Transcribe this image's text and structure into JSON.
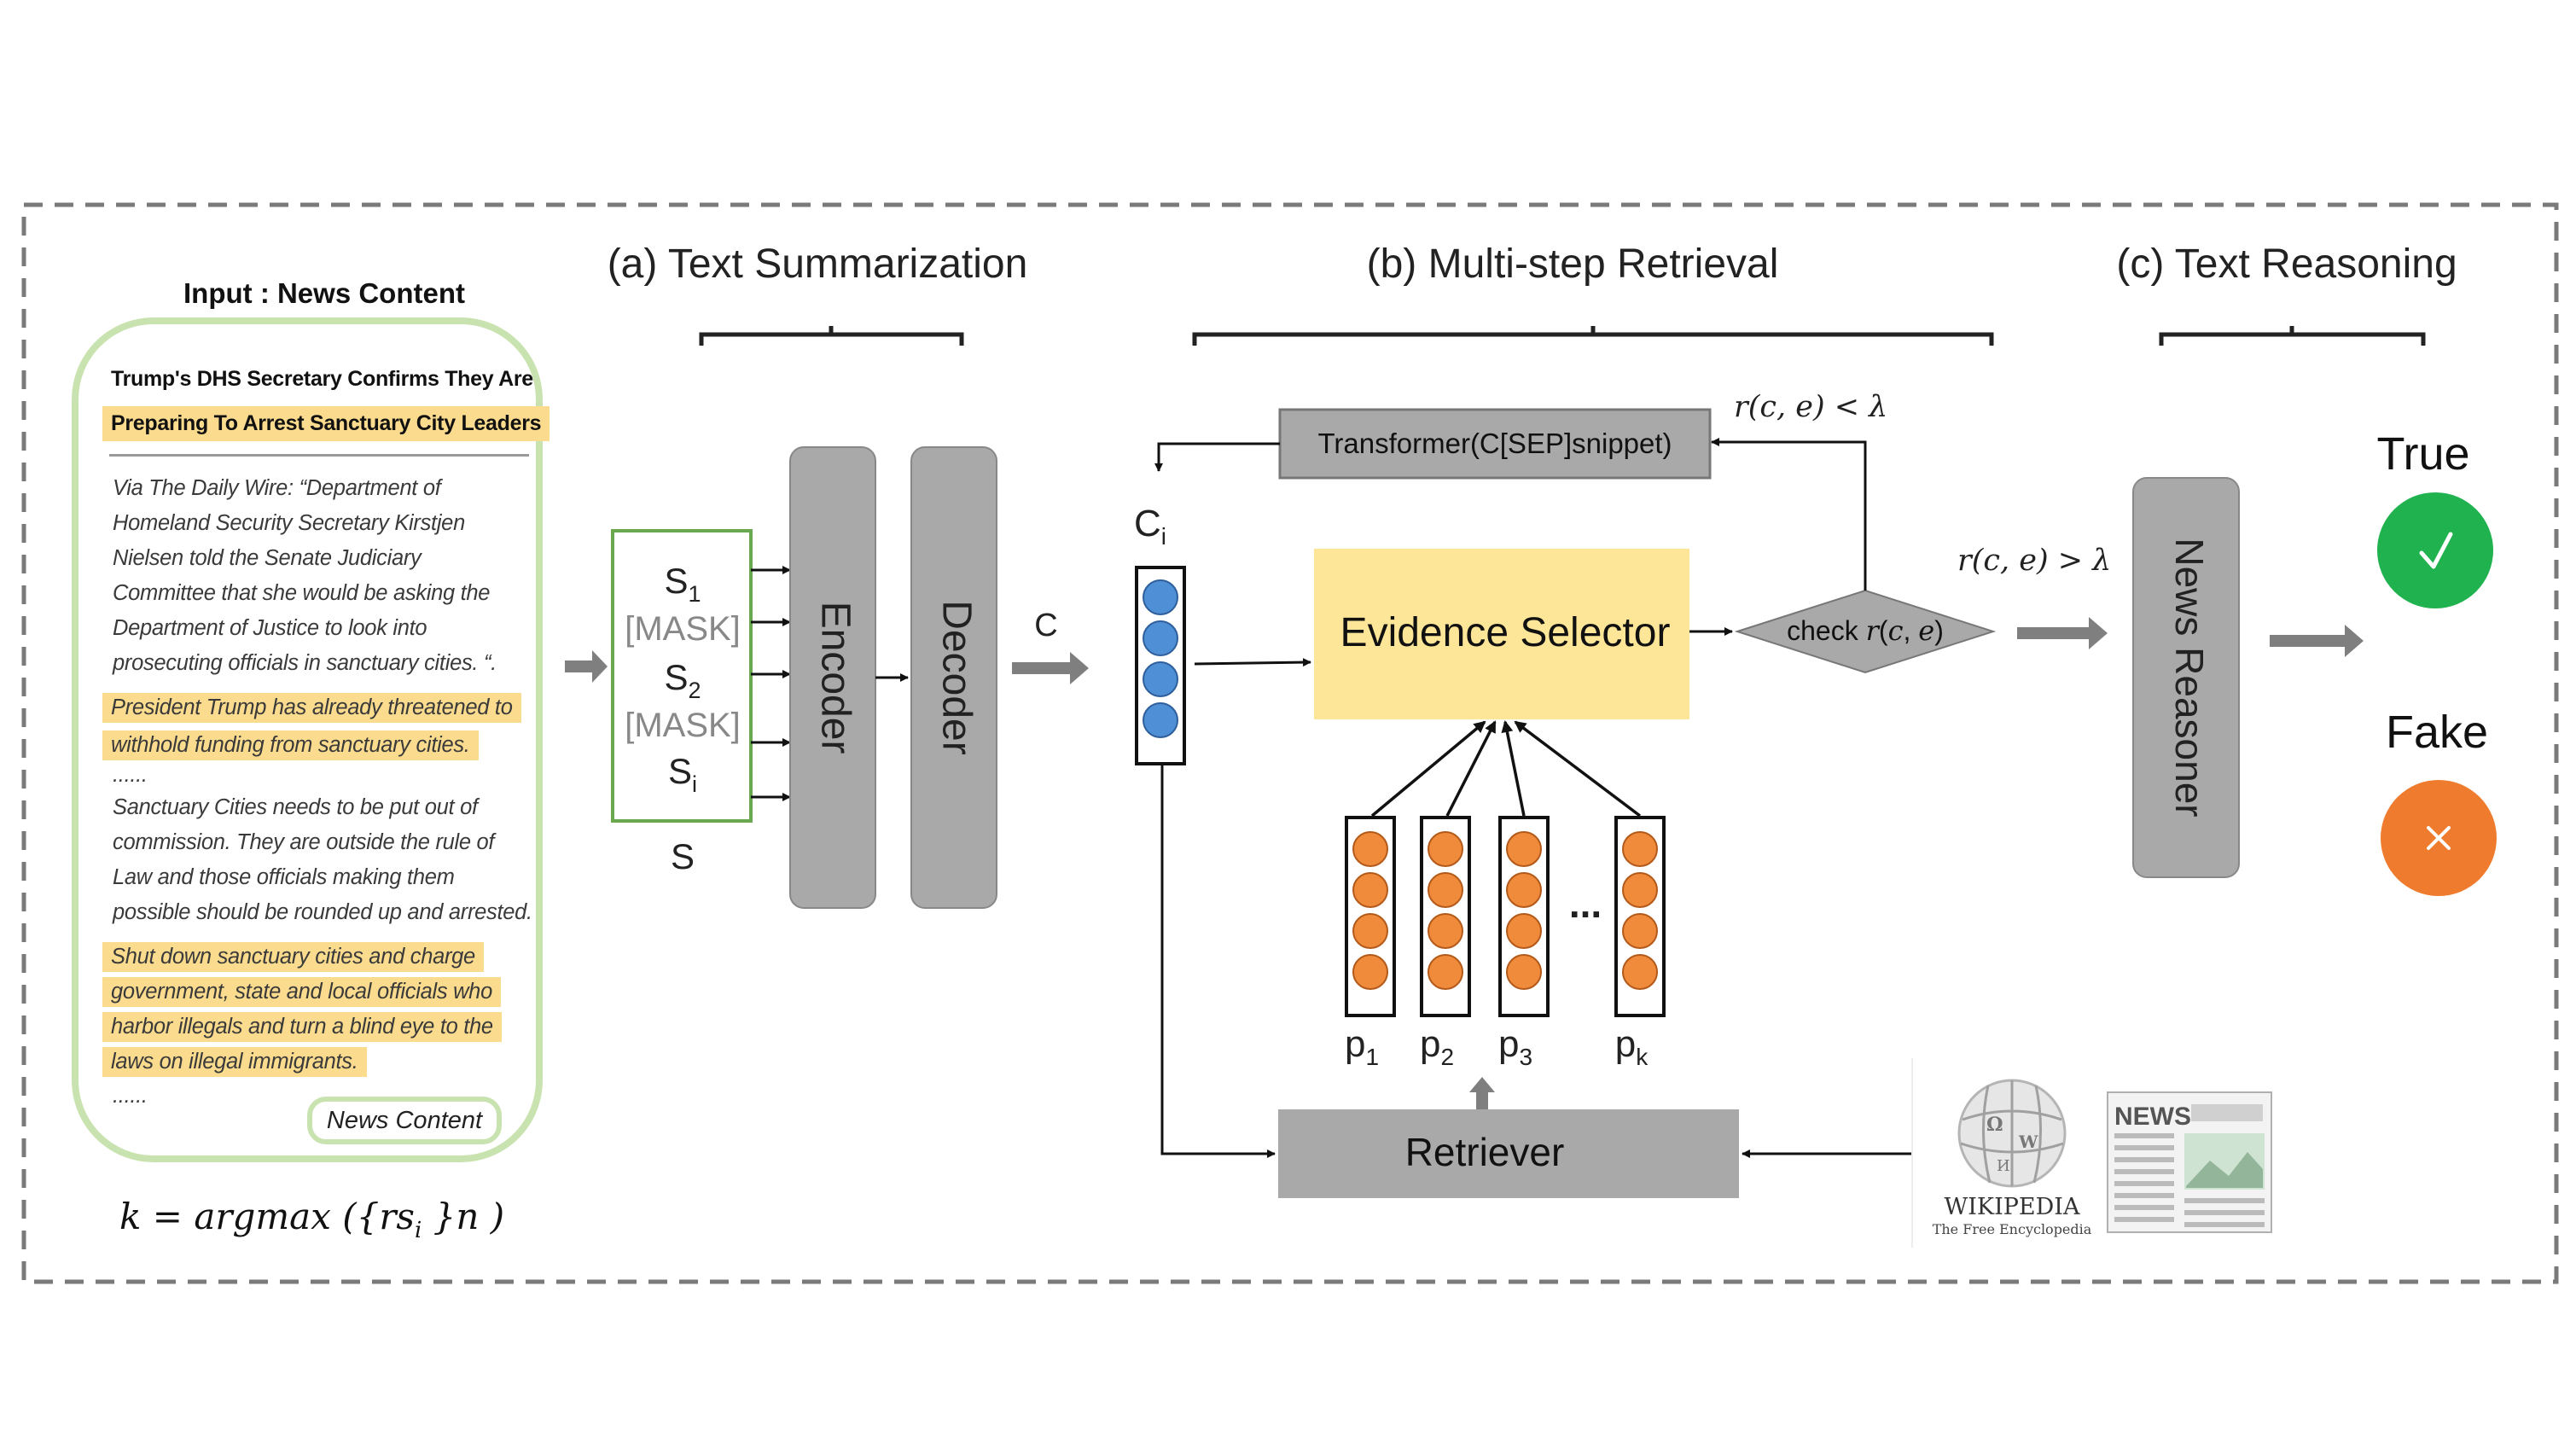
{
  "input_title": "Input : News Content",
  "headline_line1": "Trump's DHS Secretary Confirms They Are",
  "headline_line2": "Preparing To Arrest Sanctuary City Leaders",
  "body_lines": [
    {
      "text": "Via The Daily Wire: “Department of",
      "hl": false
    },
    {
      "text": "Homeland Security Secretary Kirstjen",
      "hl": false
    },
    {
      "text": "Nielsen told the Senate Judiciary",
      "hl": false
    },
    {
      "text": "Committee that she would be asking the",
      "hl": false
    },
    {
      "text": "Department of Justice to look into",
      "hl": false
    },
    {
      "text": "prosecuting officials in sanctuary cities. “.",
      "hl": false
    },
    {
      "text": "President Trump has already threatened to",
      "hl": true
    },
    {
      "text": "withhold funding from sanctuary cities.",
      "hl": true
    },
    {
      "text": "......",
      "hl": false
    },
    {
      "text": "Sanctuary Cities needs to be put out of",
      "hl": false
    },
    {
      "text": "commission. They are outside the rule of",
      "hl": false
    },
    {
      "text": "Law and those officials making them",
      "hl": false
    },
    {
      "text": "possible should be rounded up and arrested.",
      "hl": false
    },
    {
      "text": "Shut down sanctuary cities and charge",
      "hl": true
    },
    {
      "text": "government, state and local officials who",
      "hl": true
    },
    {
      "text": "harbor illegals and turn a blind eye to the",
      "hl": true
    },
    {
      "text": "laws on illegal immigrants.",
      "hl": true
    },
    {
      "text": "......",
      "hl": false
    }
  ],
  "news_content_tag": "News Content",
  "formula": "k = argmax ({rs_i }n )",
  "section_a": "(a) Text Summarization",
  "section_b": "(b) Multi-step Retrieval",
  "section_c": "(c) Text Reasoning",
  "sentences": [
    "S1",
    "[MASK]",
    "S2",
    "[MASK]",
    "Si"
  ],
  "s_label": "S",
  "encoder": "Encoder",
  "decoder": "Decoder",
  "c_label": "C",
  "ci_label": "Ci",
  "transformer": "Transformer(C[SEP]snippet)",
  "cond_less": "r(c, e) < λ",
  "cond_greater": "r(c, e) > λ",
  "evidence_selector": "Evidence Selector",
  "check": "check r(c, e)",
  "passages": [
    "p1",
    "p2",
    "p3",
    "pk"
  ],
  "ellipsis": "...",
  "retriever": "Retriever",
  "wikipedia_name": "WIKIPEDIA",
  "wikipedia_sub": "The Free Encyclopedia",
  "news_icon_label": "NEWS",
  "news_reasoner": "News Reasoner",
  "label_true": "True",
  "label_fake": "Fake",
  "colors": {
    "dashed_border": "#7a7a7a",
    "gray_box": "#a9a9a9",
    "evidence": "#fde698",
    "blue_node": "#4f8fd6",
    "orange_node": "#ef8b3a",
    "green_true": "#1fb24e",
    "orange_fake": "#ef7c2e",
    "sentence_border": "#6aa84f",
    "doc_border": "#c9e3b0",
    "highlight": "#fbdc8e"
  }
}
